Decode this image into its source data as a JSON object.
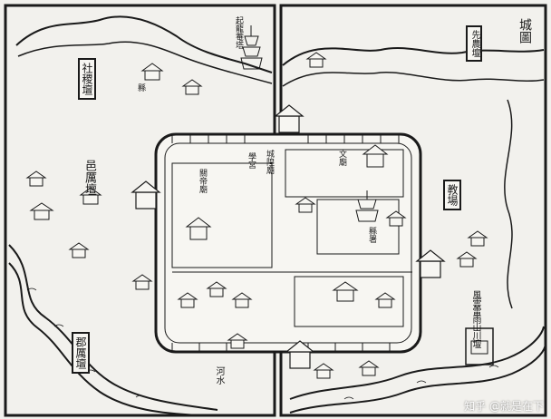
{
  "map": {
    "title": "城圖",
    "labels": {
      "shejitan": "社稷壇",
      "leftmid": "邑厲壇",
      "xiannongtan": "先農壇",
      "jiaochang": "教場",
      "bottomleft": "郡厲壇",
      "bottomright_top": "風雲雷雨山川壇",
      "topleft_small": "起龍菴塔",
      "yamen_left": "縣",
      "river": "河水",
      "inner_a": "學宮",
      "inner_b": "城隍廟",
      "inner_c": "文廟",
      "inner_d": "關帝廟",
      "inner_e": "縣署"
    },
    "watermark": "知乎 @就是在下"
  }
}
